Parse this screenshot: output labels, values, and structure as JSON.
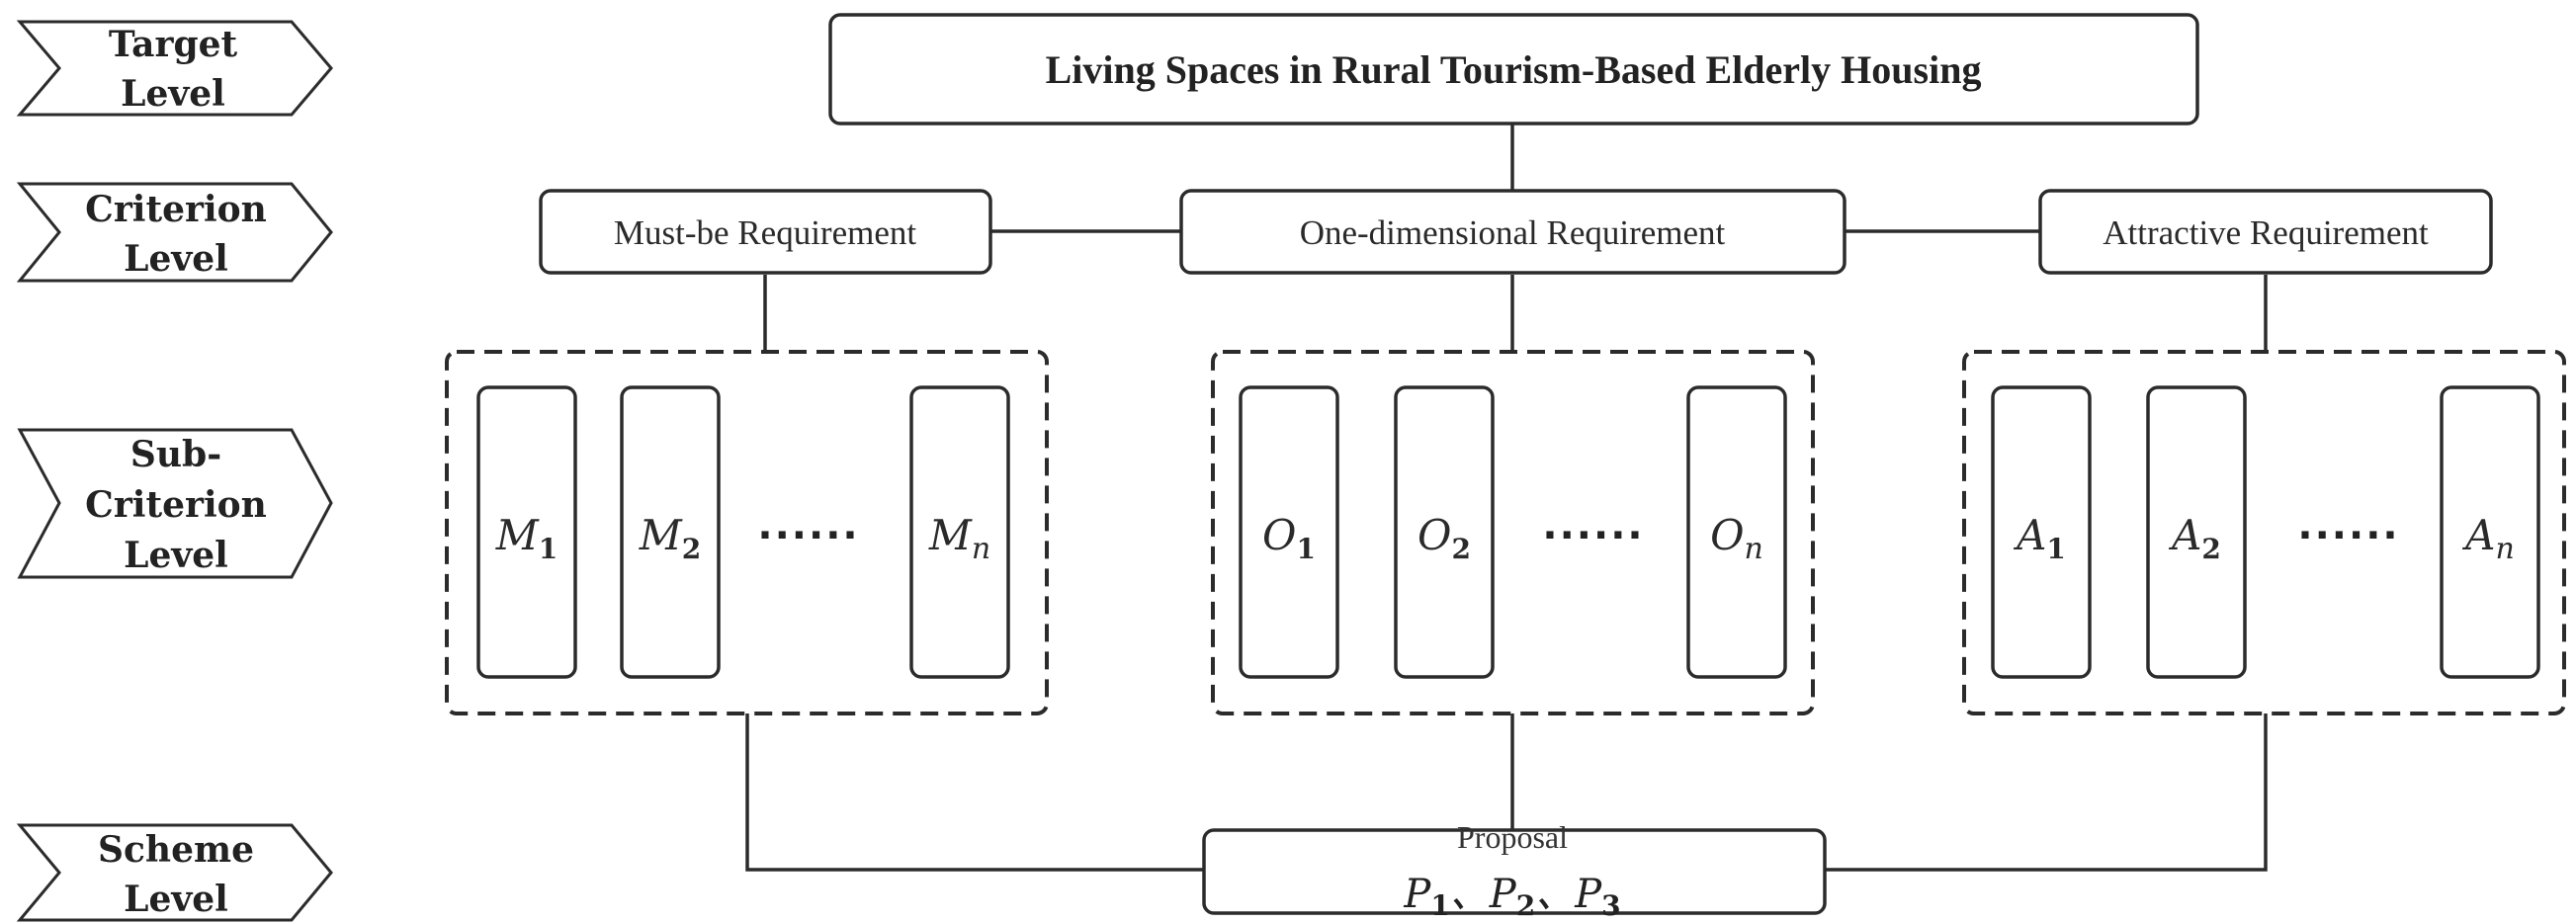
{
  "levels": {
    "target": [
      "Target",
      "Level"
    ],
    "criterion": [
      "Criterion",
      "Level"
    ],
    "sub_criterion": [
      "Sub-",
      "Criterion",
      "Level"
    ],
    "scheme": [
      "Scheme",
      "Level"
    ]
  },
  "target": {
    "title": "Living Spaces in Rural Tourism-Based Elderly Housing"
  },
  "criteria": [
    {
      "label": "Must-be Requirement"
    },
    {
      "label": "One-dimensional Requirement"
    },
    {
      "label": "Attractive Requirement"
    }
  ],
  "sub_criteria": {
    "ellipsis": "......",
    "groups": [
      {
        "items": [
          {
            "symbol": "M",
            "index": "1"
          },
          {
            "symbol": "M",
            "index": "2"
          },
          {
            "symbol": "M",
            "index": "n"
          }
        ]
      },
      {
        "items": [
          {
            "symbol": "O",
            "index": "1"
          },
          {
            "symbol": "O",
            "index": "2"
          },
          {
            "symbol": "O",
            "index": "n"
          }
        ]
      },
      {
        "items": [
          {
            "symbol": "A",
            "index": "1"
          },
          {
            "symbol": "A",
            "index": "2"
          },
          {
            "symbol": "A",
            "index": "n"
          }
        ]
      }
    ]
  },
  "scheme": {
    "label": "Proposal",
    "items": [
      {
        "symbol": "P",
        "index": "1"
      },
      {
        "symbol": "P",
        "index": "2"
      },
      {
        "symbol": "P",
        "index": "3"
      }
    ],
    "separator": "、"
  }
}
